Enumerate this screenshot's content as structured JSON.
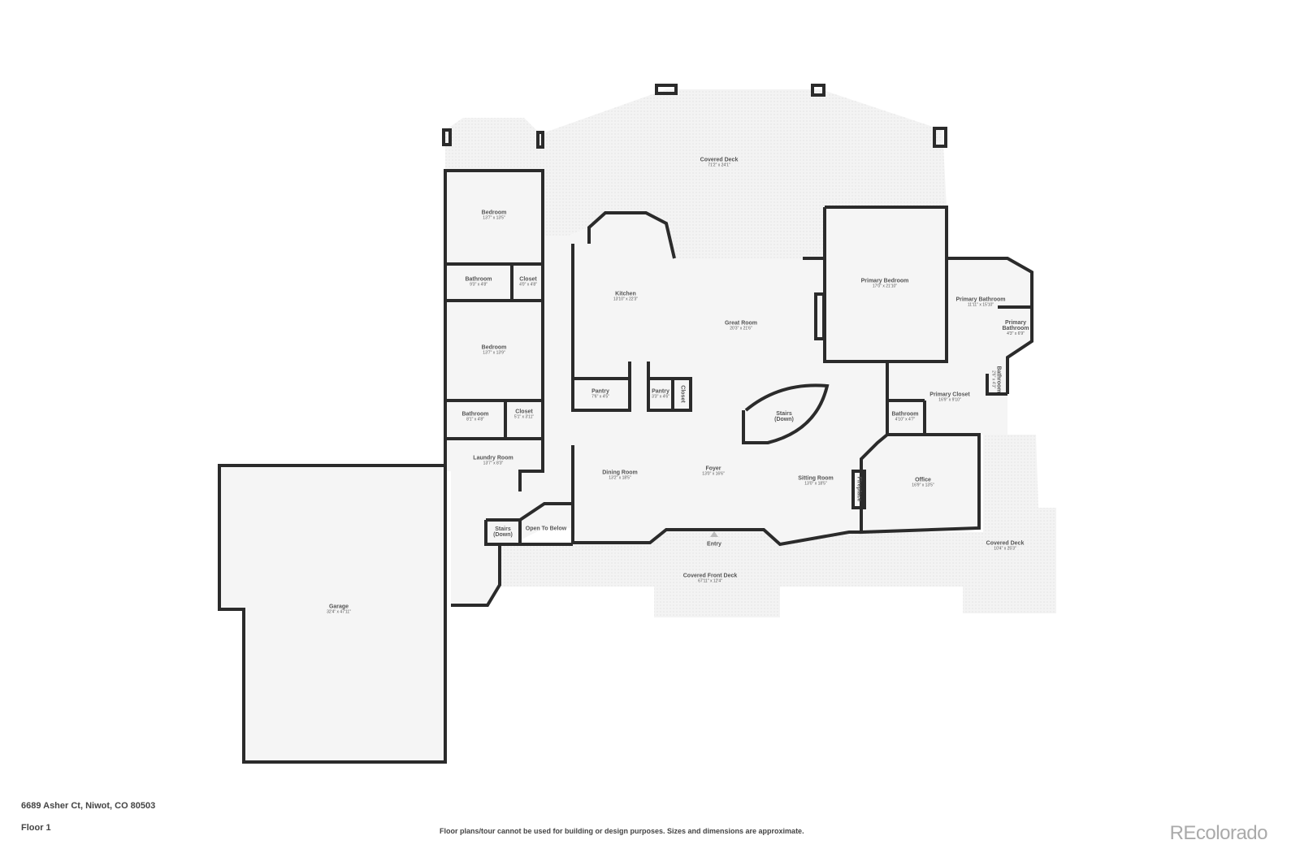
{
  "address": "6689 Asher Ct, Niwot, CO 80503",
  "floor": "Floor 1",
  "disclaimer": "Floor plans/tour cannot be used for building or design purposes. Sizes and dimensions are approximate.",
  "logo": "REcolorado",
  "colors": {
    "wall": "#2b2b2b",
    "floor": "#f5f5f5",
    "text": "#555555"
  },
  "rooms": [
    {
      "name": "Covered Deck",
      "dims": "71'2\" x 24'1\""
    },
    {
      "name": "Bedroom",
      "dims": "13'7\" x 13'5\""
    },
    {
      "name": "Bathroom",
      "dims": "9'3\" x 4'8\""
    },
    {
      "name": "Closet",
      "dims": "4'0\" x 4'8\""
    },
    {
      "name": "Bedroom",
      "dims": "13'7\" x 13'9\""
    },
    {
      "name": "Bathroom",
      "dims": "8'1\" x 4'8\""
    },
    {
      "name": "Closet",
      "dims": "5'1\" x 3'11\""
    },
    {
      "name": "Laundry Room",
      "dims": "13'7\" x 8'3\""
    },
    {
      "name": "Kitchen",
      "dims": "13'10\" x 22'3\""
    },
    {
      "name": "Great Room",
      "dims": "20'3\" x 21'6\""
    },
    {
      "name": "Pantry",
      "dims": "7'6\" x 4'5\""
    },
    {
      "name": "Pantry",
      "dims": "3'3\" x 4'6\""
    },
    {
      "name": "Closet",
      "dims": ""
    },
    {
      "name": "Stairs (Down)",
      "dims": ""
    },
    {
      "name": "Primary Bedroom",
      "dims": "17'0\" x 21'10\""
    },
    {
      "name": "Primary Bathroom",
      "dims": "11'11\" x 15'10\""
    },
    {
      "name": "Primary Bathroom",
      "dims": "4'3\" x 6'9\""
    },
    {
      "name": "Bathroom",
      "dims": "2'6\" x 4'3\""
    },
    {
      "name": "Primary Closet",
      "dims": "16'9\" x 9'10\""
    },
    {
      "name": "Bathroom",
      "dims": "4'10\" x 4'7\""
    },
    {
      "name": "Dining Room",
      "dims": "13'2\" x 18'5\""
    },
    {
      "name": "Foyer",
      "dims": "13'0\" x 16'6\""
    },
    {
      "name": "Sitting Room",
      "dims": "13'0\" x 18'5\""
    },
    {
      "name": "Fireplace",
      "dims": ""
    },
    {
      "name": "Office",
      "dims": "16'9\" x 13'5\""
    },
    {
      "name": "Stairs (Down)",
      "dims": ""
    },
    {
      "name": "Open To Below",
      "dims": ""
    },
    {
      "name": "Entry",
      "dims": ""
    },
    {
      "name": "Covered Front Deck",
      "dims": "67'11\" x 12'4\""
    },
    {
      "name": "Covered Deck",
      "dims": "10'4\" x 25'3\""
    },
    {
      "name": "Garage",
      "dims": "32'4\" x 47'11\""
    }
  ]
}
